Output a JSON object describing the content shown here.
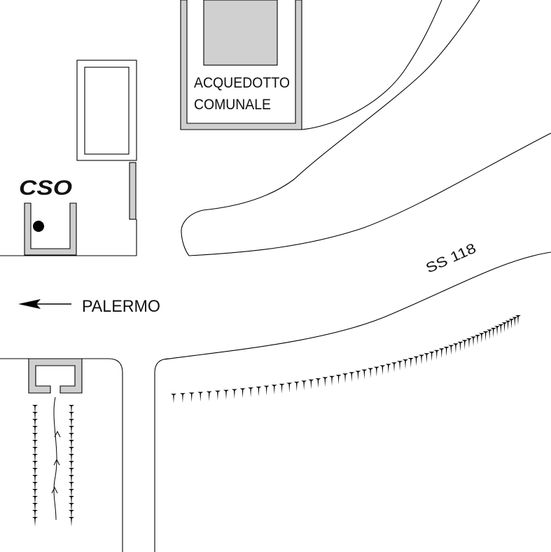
{
  "labels": {
    "aqueduct_line1": "ACQUEDOTTO",
    "aqueduct_line2": "COMUNALE",
    "cso": "CSO",
    "direction": "PALERMO",
    "road": "SS 118"
  },
  "colors": {
    "line": "#000000",
    "structure_fill": "#cfcfcf",
    "reservoir_fill": "#d0d0d0",
    "background": "#ffffff"
  },
  "icons": {
    "direction": "arrow-left-icon",
    "outfall": "filled-circle-icon",
    "flow": "flow-arrow-icon",
    "embankment": "embankment-hatch-icon"
  }
}
